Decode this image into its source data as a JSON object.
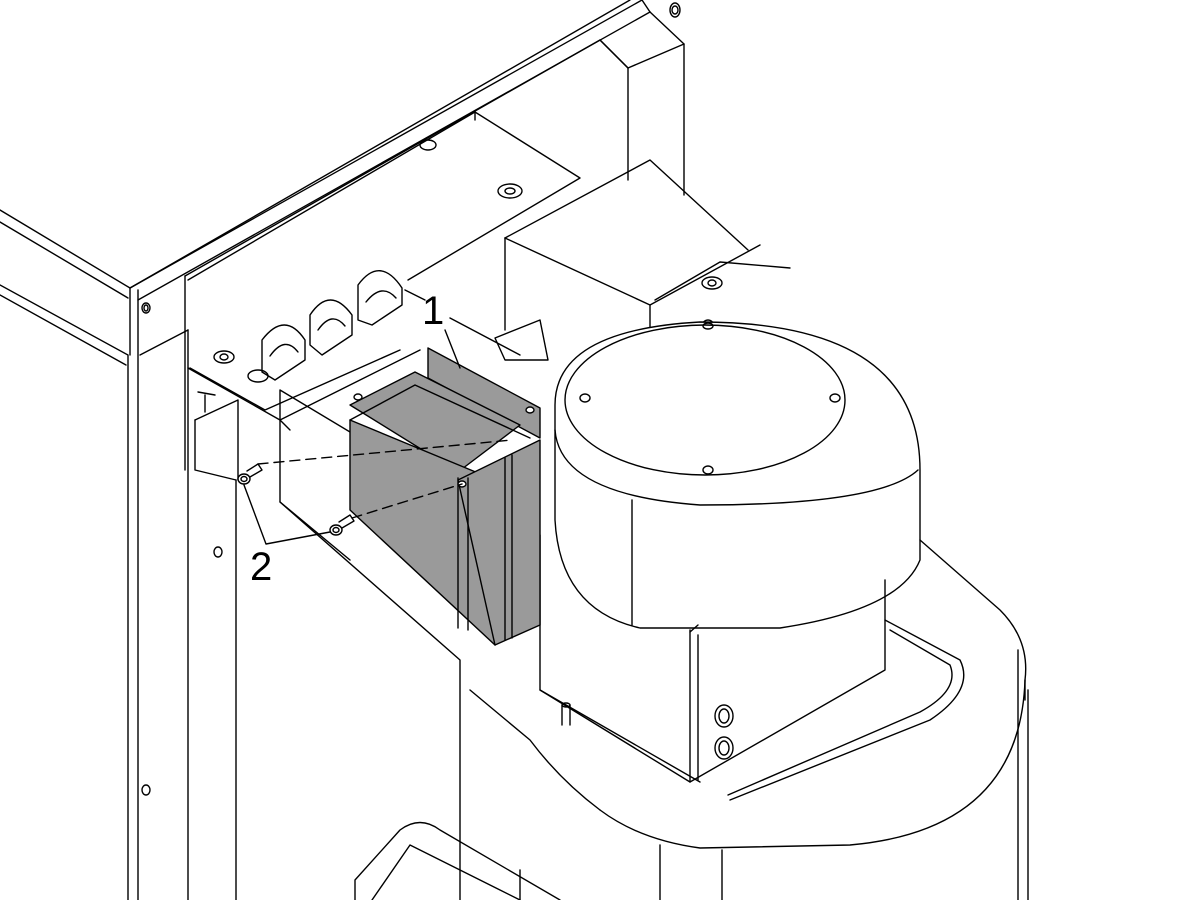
{
  "diagram": {
    "callouts": [
      {
        "id": "1",
        "label": "1"
      },
      {
        "id": "2",
        "label": "2"
      }
    ],
    "colors": {
      "line": "#000000",
      "highlighted_part": "#9a9a9a",
      "background": "#ffffff"
    }
  }
}
